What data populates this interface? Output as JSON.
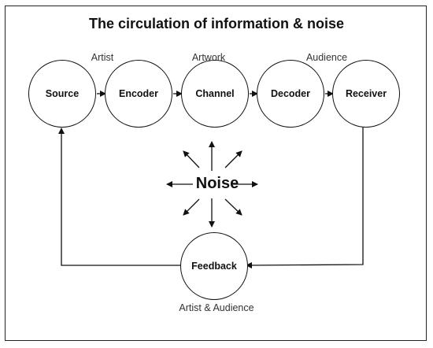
{
  "title": "The circulation of information & noise",
  "nodes": {
    "source": "Source",
    "encoder": "Encoder",
    "channel": "Channel",
    "decoder": "Decoder",
    "receiver": "Receiver",
    "feedback": "Feedback"
  },
  "captions": {
    "artist": "Artist",
    "artwork": "Artwork",
    "audience": "Audience",
    "artist_audience": "Artist & Audience"
  },
  "noise": "Noise"
}
